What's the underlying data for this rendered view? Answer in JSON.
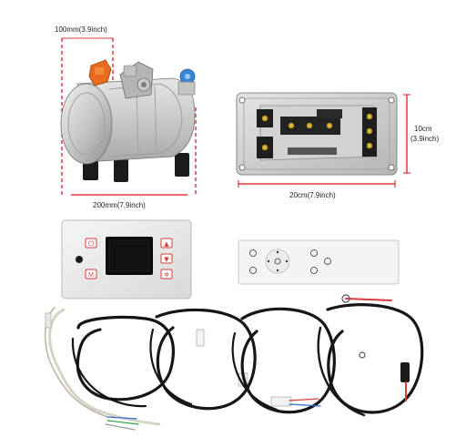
{
  "dimensions": {
    "compressor_height": "100mm(3.9inch)",
    "compressor_width": "200mm(7.9inch)",
    "controller_height_line1": "10cm",
    "controller_height_line2": "(3.9inch)",
    "controller_width": "20cm(7.9inch)"
  },
  "control_panel": {
    "buttons": [
      "power",
      "up",
      "mode",
      "down",
      "fan"
    ]
  },
  "colors": {
    "dimension_line": "#e23a3a",
    "panel_button": "#d93a3a",
    "harness": "#161616"
  }
}
